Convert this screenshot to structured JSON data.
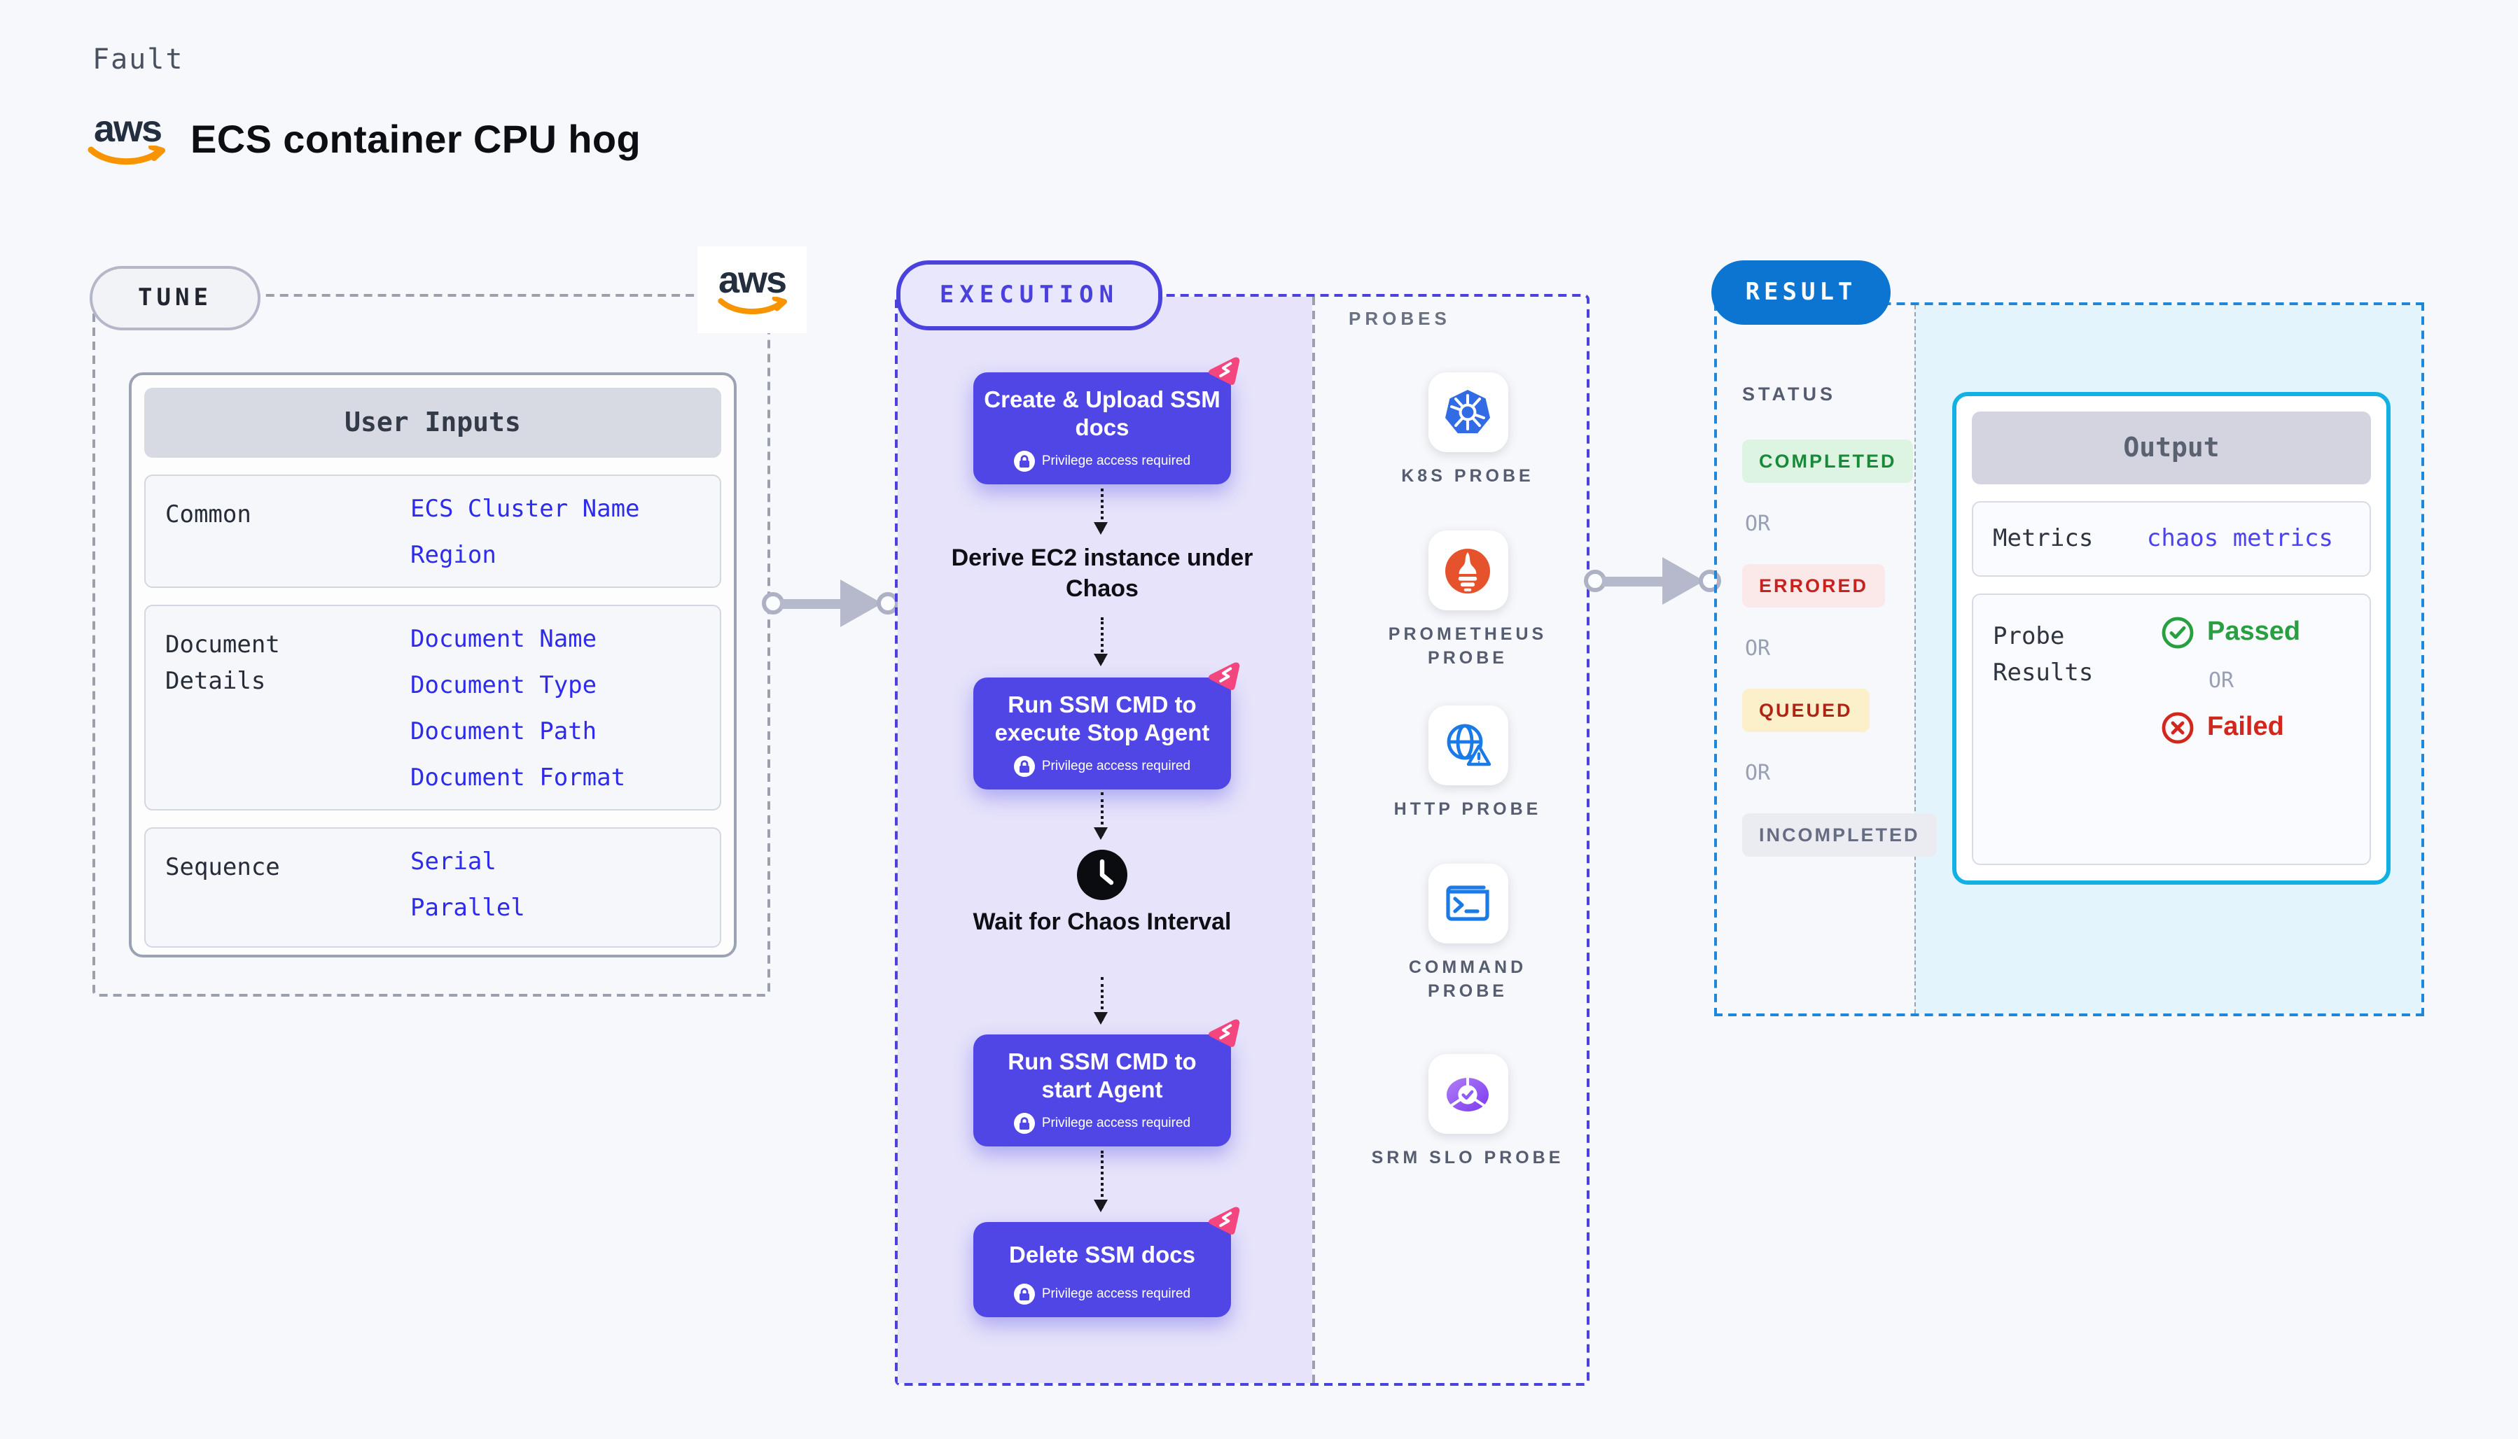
{
  "header": {
    "eyebrow": "Fault",
    "title": "ECS container CPU hog",
    "aws_wordmark": "aws"
  },
  "tune": {
    "label": "TUNE",
    "aws_wordmark": "aws",
    "user_inputs": {
      "header": "User Inputs",
      "groups": [
        {
          "label": "Common",
          "values": [
            "ECS Cluster Name",
            "Region"
          ]
        },
        {
          "label": "Document Details",
          "values": [
            "Document Name",
            "Document Type",
            "Document Path",
            "Document Format"
          ]
        },
        {
          "label": "Sequence",
          "values": [
            "Serial",
            "Parallel"
          ]
        }
      ]
    }
  },
  "execution": {
    "label": "EXECUTION",
    "steps": [
      {
        "kind": "task",
        "title": "Create & Upload SSM docs",
        "badge": "Privilege access required",
        "icon": "chaos-experiment-icon"
      },
      {
        "kind": "text",
        "title": "Derive EC2 instance under Chaos"
      },
      {
        "kind": "task",
        "title": "Run SSM CMD to execute Stop Agent",
        "badge": "Privilege access required",
        "icon": "chaos-experiment-icon"
      },
      {
        "kind": "wait",
        "title": "Wait for Chaos Interval",
        "icon": "clock-icon"
      },
      {
        "kind": "task",
        "title": "Run SSM CMD to start Agent",
        "badge": "Privilege access required",
        "icon": "chaos-experiment-icon"
      },
      {
        "kind": "task",
        "title": "Delete SSM docs",
        "badge": "Privilege access required",
        "icon": "chaos-experiment-icon"
      }
    ]
  },
  "probes": {
    "label": "PROBES",
    "items": [
      {
        "name": "K8S PROBE",
        "icon": "kubernetes-wheel-icon"
      },
      {
        "name": "PROMETHEUS PROBE",
        "icon": "prometheus-flame-icon"
      },
      {
        "name": "HTTP PROBE",
        "icon": "globe-alert-icon"
      },
      {
        "name": "COMMAND PROBE",
        "icon": "terminal-icon"
      },
      {
        "name": "SRM SLO PROBE",
        "icon": "slo-gauge-check-icon"
      }
    ]
  },
  "result": {
    "label": "RESULT",
    "status": {
      "label": "STATUS",
      "or_label": "OR",
      "badges": [
        {
          "text": "COMPLETED",
          "type": "completed"
        },
        {
          "text": "ERRORED",
          "type": "errored"
        },
        {
          "text": "QUEUED",
          "type": "queued"
        },
        {
          "text": "INCOMPLETED",
          "type": "incompleted"
        }
      ]
    },
    "output": {
      "header": "Output",
      "metrics_label": "Metrics",
      "metrics_value": "chaos metrics",
      "probe_results_label": "Probe Results",
      "passed_label": "Passed",
      "or_label": "OR",
      "failed_label": "Failed"
    }
  },
  "colors": {
    "page_bg": "#f7f8fb",
    "step_purple": "#4f46e5",
    "execution_border": "#4b42dd",
    "execution_fill": "#e6e3fa",
    "result_blue": "#0c75d2",
    "result_dash": "#1f86d9",
    "output_border": "#13b1e3",
    "output_region": "#e3f4fc",
    "aws_orange": "#f79400",
    "aws_navy": "#232f3e",
    "chaos_pink": "#f4457e",
    "passed_green": "#28a041",
    "failed_red": "#d3261d",
    "value_blue": "#2e2bef",
    "kubernetes_blue": "#326ce5",
    "prometheus_orange": "#e6522c"
  }
}
